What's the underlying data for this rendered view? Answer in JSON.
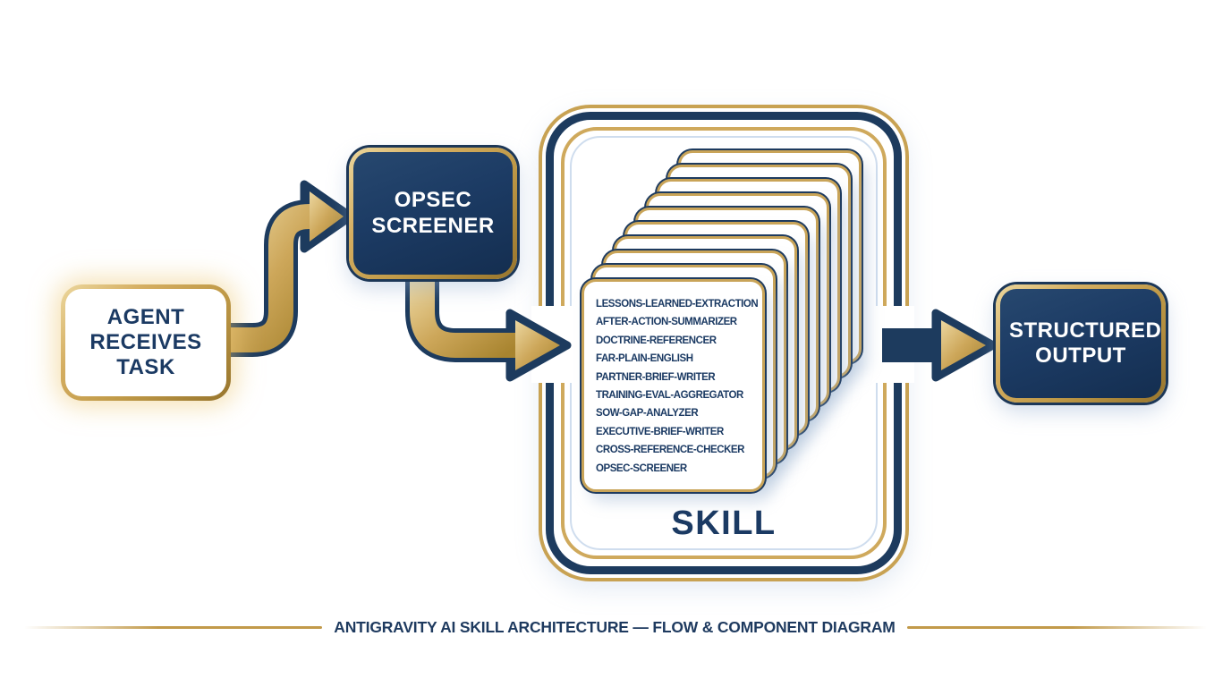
{
  "palette": {
    "navy_fill": "#1c3b64",
    "navy_outline": "#1d3b5e",
    "navy_text": "#1b3a63",
    "gold": "#c9a458",
    "gold_light": "#ecd79d",
    "gold_dark": "#97752d",
    "background": "#ffffff"
  },
  "nodes": {
    "agent_task": {
      "label": "AGENT RECEIVES TASK"
    },
    "opsec_screener": {
      "label": "OPSEC SCREENER"
    },
    "structured_output": {
      "label": "STRUCTURED OUTPUT"
    }
  },
  "skill_container": {
    "label": "SKILL",
    "card_count": 10,
    "skills": [
      "LESSONS-LEARNED-EXTRACTION",
      "AFTER-ACTION-SUMMARIZER",
      "DOCTRINE-REFERENCER",
      "FAR-PLAIN-ENGLISH",
      "PARTNER-BRIEF-WRITER",
      "TRAINING-EVAL-AGGREGATOR",
      "SOW-GAP-ANALYZER",
      "EXECUTIVE-BRIEF-WRITER",
      "CROSS-REFERENCE-CHECKER",
      "OPSEC-SCREENER"
    ]
  },
  "flow": {
    "edges": [
      "agent_task -> opsec_screener",
      "opsec_screener -> skill_container",
      "skill_container -> structured_output"
    ]
  },
  "caption": {
    "text": "ANTIGRAVITY AI SKILL ARCHITECTURE — FLOW & COMPONENT DIAGRAM"
  }
}
